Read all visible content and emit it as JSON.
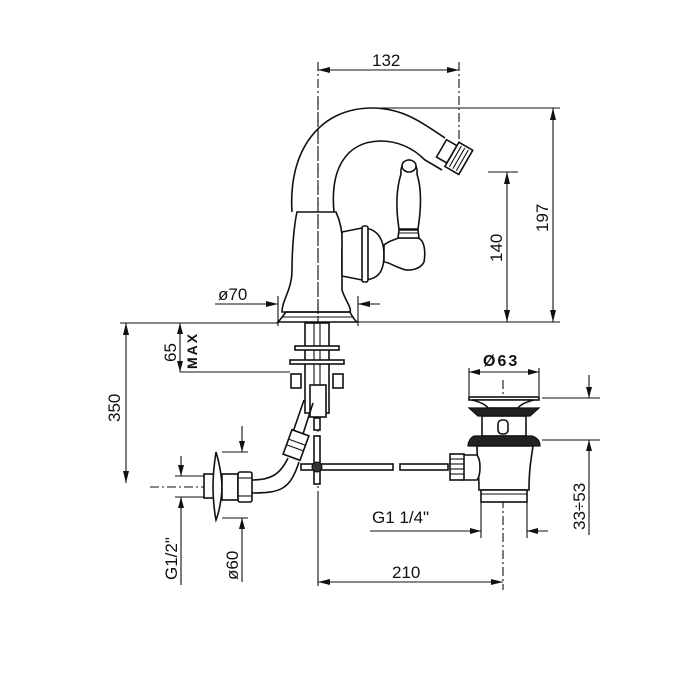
{
  "drawing": {
    "subject": "Bidet mixer faucet with pop-up waste technical drawing",
    "dimensions": {
      "spout_reach": "132",
      "total_height": "197",
      "spout_height": "140",
      "base_diameter": "ø70",
      "deck_thickness": "65",
      "deck_thickness_note": "MAX",
      "hose_length": "350",
      "drain_diameter": "Ø63",
      "drain_adjust": "33÷53",
      "drain_thread": "G1  1/4\"",
      "drain_distance": "210",
      "inlet_thread": "G1/2\"",
      "rosette_diameter": "ø60"
    }
  }
}
